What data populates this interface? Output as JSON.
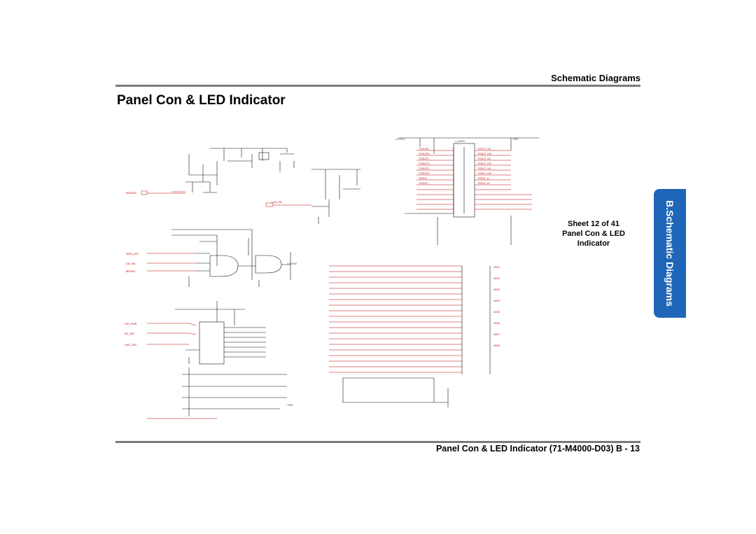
{
  "header": {
    "section_label": "Schematic  Diagrams",
    "page_title": "Panel Con & LED Indicator"
  },
  "side_tab": {
    "label": "B.Schematic Diagrams"
  },
  "sheet_box": {
    "sheet": "Sheet 12 of 41",
    "name_line1": "Panel Con & LED",
    "name_line2": "Indicator"
  },
  "footer": {
    "text": "Panel Con & LED Indicator  (71-M4000-D03) B  -  13"
  },
  "colors": {
    "rule": "#7a7a7a",
    "tab": "#1f66b8",
    "net": "#c00000"
  },
  "schematic": {
    "power_labels": [
      "LCDVCC",
      "+3VS",
      "LCDVDD",
      "+5VS"
    ],
    "connector_ref": "J_LVDS1",
    "lvds_nets": [
      "TXOUT0-",
      "TXOUT0+",
      "TXOUT1-",
      "TXOUT1+",
      "TXOUT2-",
      "TXOUT2+",
      "TXCLK-",
      "TXCLK+",
      "TXOUT_U0-",
      "TXOUT_U0+",
      "TXOUT_U1-",
      "TXOUT_U1+",
      "TXOUT_U2-",
      "TXOUT_U2+",
      "TXCLK_U-",
      "TXCLK_U+"
    ],
    "led_nets": [
      "LED1",
      "LED2",
      "LED3",
      "LED4",
      "LED5",
      "LED6",
      "LED7",
      "LED8"
    ],
    "left_nets": [
      "ENAVDD",
      "LCD_ON",
      "SATA_LED",
      "LID_SW",
      "BRIGHT",
      "LED_PWR",
      "KB_LED",
      "CHG_LED"
    ]
  }
}
